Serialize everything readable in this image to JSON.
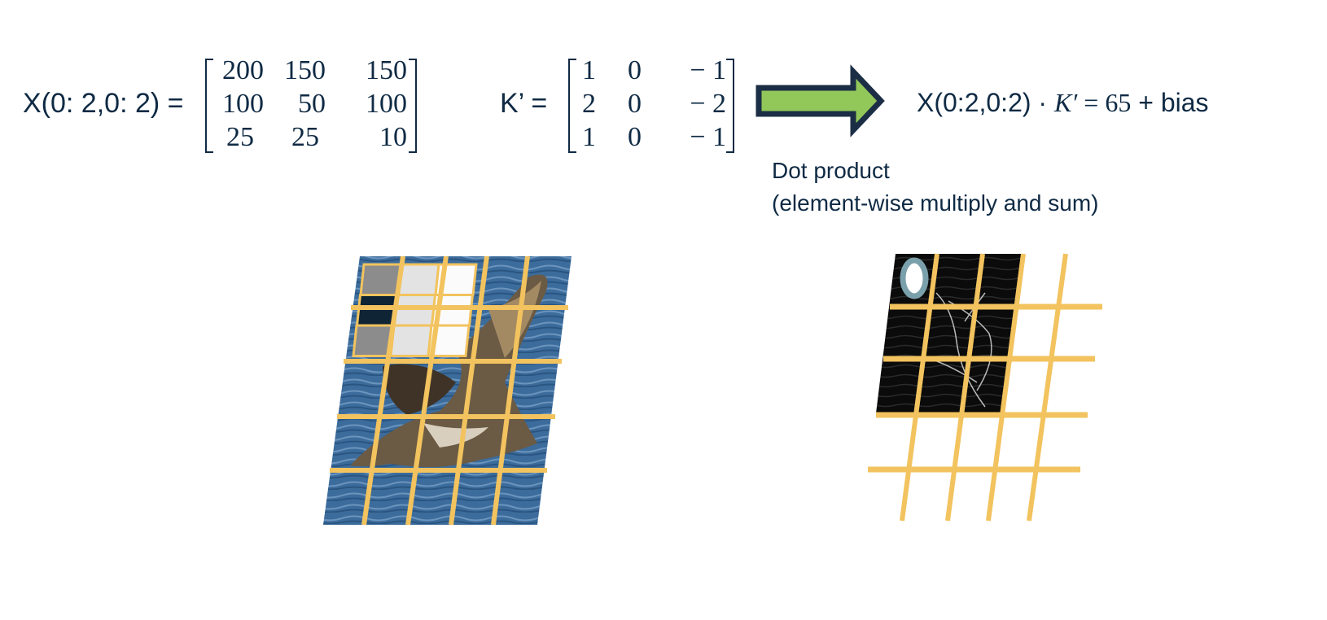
{
  "x_matrix": {
    "label": "X(0: 2,0: 2)  =",
    "rows": [
      [
        "200",
        "150",
        "150"
      ],
      [
        "100",
        "50",
        "100"
      ],
      [
        "25",
        "25",
        "10"
      ]
    ]
  },
  "k_matrix": {
    "label": "K’  =",
    "rows": [
      [
        "1",
        "0",
        "− 1"
      ],
      [
        "2",
        "0",
        "− 2"
      ],
      [
        "1",
        "0",
        "− 1"
      ]
    ]
  },
  "result": {
    "lhs": "X(0:2,0:2) · ",
    "kernel": "K′",
    "eq": " = ",
    "value": "65",
    "tail": "  + bias"
  },
  "caption": {
    "line1": "Dot product",
    "line2": "(element-wise multiply and sum)"
  },
  "colors": {
    "text": "#0f2a44",
    "arrow_fill": "#92c85a",
    "arrow_stroke": "#1b2e45",
    "grid": "#f2c35e",
    "water": "#3f6f9e",
    "bird": "#6b5a44",
    "feature_map": "#0c0c0c",
    "highlight_ring": "#7aa0ab"
  },
  "patch_grays": [
    [
      "#8c8c8c",
      "#e3e3e3",
      "#fbfbfb"
    ],
    [
      "#0f2435",
      "#e3e3e3",
      "#fbfbfb"
    ],
    [
      "#8c8c8c",
      "#e3e3e3",
      "#fbfbfb"
    ]
  ],
  "icons": [
    "arrow-right-icon"
  ]
}
